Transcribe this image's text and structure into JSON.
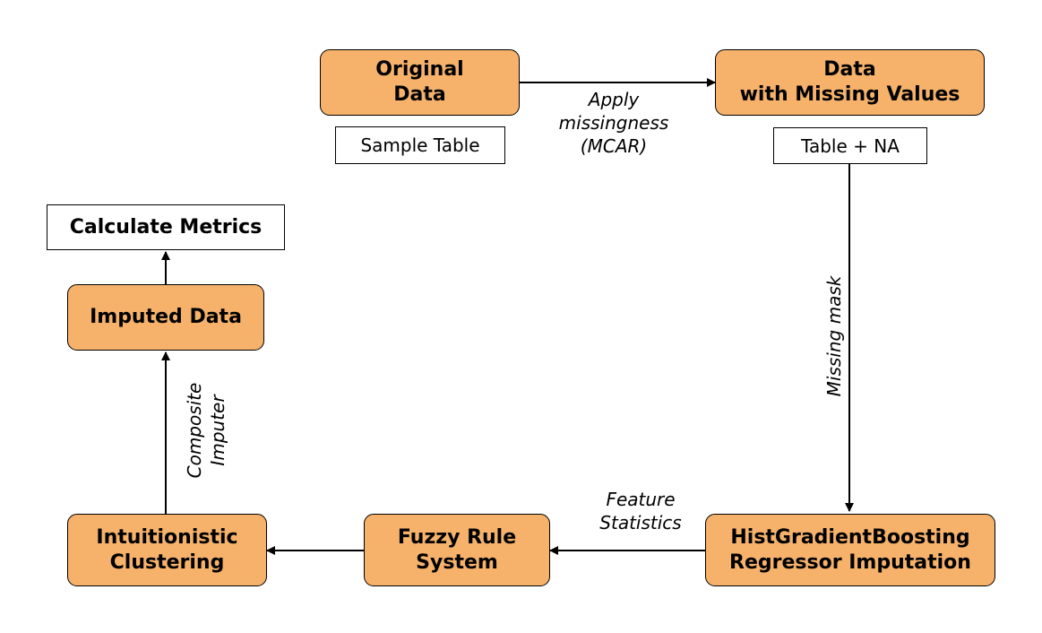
{
  "nodes": {
    "original": [
      "Original",
      "Data"
    ],
    "missing": [
      "Data",
      "with Missing Values"
    ],
    "hgb": [
      "HistGradientBoosting",
      "Regressor Imputation"
    ],
    "fuzzy": [
      "Fuzzy Rule",
      "System"
    ],
    "clustering": [
      "Intuitionistic",
      "Clustering"
    ],
    "imputed": [
      "Imputed Data"
    ]
  },
  "notes": {
    "sample": "Sample Table",
    "table_na": "Table + NA",
    "metrics": "Calculate Metrics"
  },
  "edges": {
    "apply": [
      "Apply",
      "missingness",
      "(MCAR)"
    ],
    "mask": [
      "Missing mask"
    ],
    "stats": [
      "Feature",
      "Statistics"
    ],
    "composite": [
      "Composite",
      "Imputer"
    ]
  },
  "colors": {
    "node_fill": "#f6b26b",
    "stroke": "#000000"
  }
}
